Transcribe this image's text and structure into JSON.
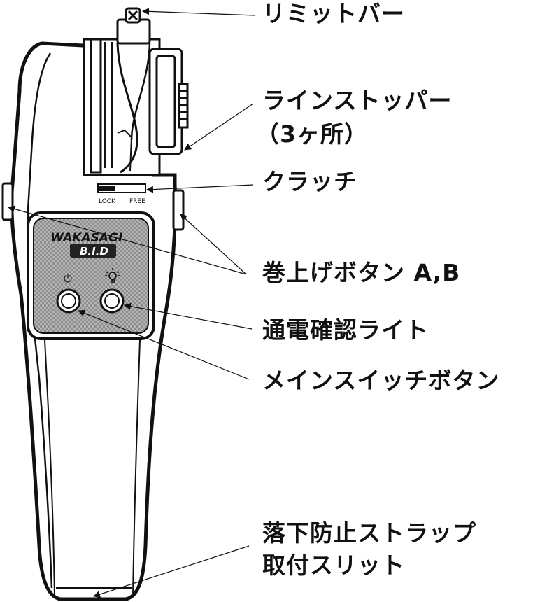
{
  "labels": {
    "limit_bar": "リミットバー",
    "line_stopper_line1": "ラインストッパー",
    "line_stopper_line2": "（3ヶ所）",
    "clutch": "クラッチ",
    "reel_buttons": "巻上げボタン A,B",
    "power_light": "通電確認ライト",
    "main_switch": "メインスイッチボタン",
    "strap_slit_line1": "落下防止ストラップ",
    "strap_slit_line2": "取付スリット"
  },
  "device": {
    "logo_line1": "WAKASAGI",
    "logo_line2": "B.I.D",
    "clutch_lock": "LOCK",
    "clutch_free": "FREE",
    "power_symbol": "⏻",
    "light_symbol": "💡"
  },
  "colors": {
    "outline": "#111111",
    "panel": "#a9a9a9",
    "background": "#ffffff"
  }
}
